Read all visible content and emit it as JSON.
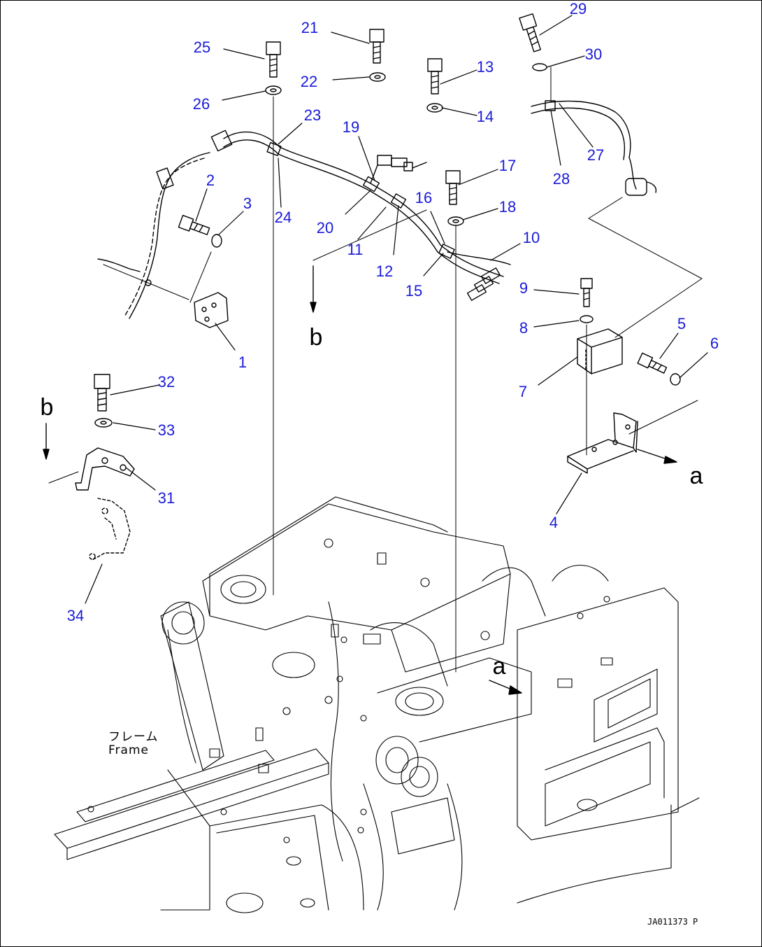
{
  "parts": [
    "1",
    "2",
    "3",
    "4",
    "5",
    "6",
    "7",
    "8",
    "9",
    "10",
    "11",
    "12",
    "13",
    "14",
    "15",
    "16",
    "17",
    "18",
    "19",
    "20",
    "21",
    "22",
    "23",
    "24",
    "25",
    "26",
    "27",
    "28",
    "29",
    "30",
    "31",
    "32",
    "33",
    "34"
  ],
  "view_refs": {
    "a": "a",
    "b": "b"
  },
  "frame_label": {
    "jp": "フレーム",
    "en": "Frame"
  },
  "drawing_number": "JA011373 P",
  "colors": {
    "callout": "#1a1ad8",
    "line": "#000000"
  }
}
